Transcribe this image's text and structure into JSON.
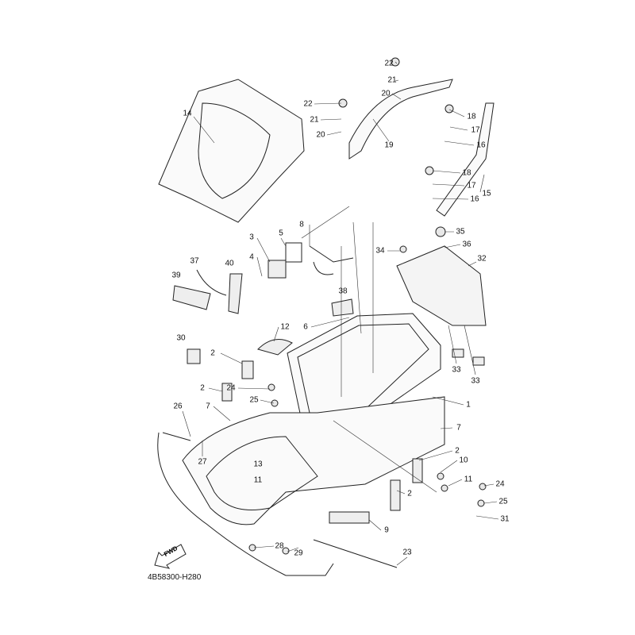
{
  "diagram_code": "4B58300-H280",
  "fwd_label": "FWD",
  "labels": [
    "22",
    "21",
    "20",
    "22",
    "21",
    "20",
    "19",
    "18",
    "17",
    "16",
    "18",
    "17",
    "16",
    "15",
    "14",
    "8",
    "5",
    "3",
    "4",
    "35",
    "36",
    "34",
    "32",
    "37",
    "40",
    "39",
    "38",
    "12",
    "6",
    "30",
    "2",
    "24",
    "25",
    "2",
    "7",
    "26",
    "27",
    "13",
    "11",
    "1",
    "7",
    "2",
    "10",
    "11",
    "24",
    "25",
    "31",
    "9",
    "2",
    "28",
    "29",
    "23",
    "33",
    "33"
  ]
}
